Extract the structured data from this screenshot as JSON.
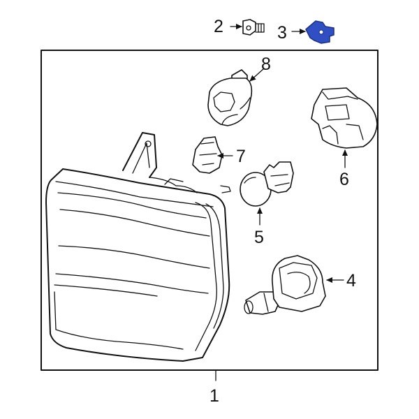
{
  "colors": {
    "line": "#111111",
    "background": "#ffffff",
    "highlight": "#2f4fc2",
    "highlight_stroke": "#1a2f88"
  },
  "callouts": {
    "c1": "1",
    "c2": "2",
    "c3": "3",
    "c4": "4",
    "c5": "5",
    "c6": "6",
    "c7": "7",
    "c8": "8"
  },
  "parts": {
    "p1": "headlamp-assembly",
    "p2": "bolt",
    "p3": "retainer-clip",
    "p4": "headlamp-bulb",
    "p5": "bulb",
    "p6": "socket",
    "p7": "wedge-bulb",
    "p8": "socket"
  }
}
